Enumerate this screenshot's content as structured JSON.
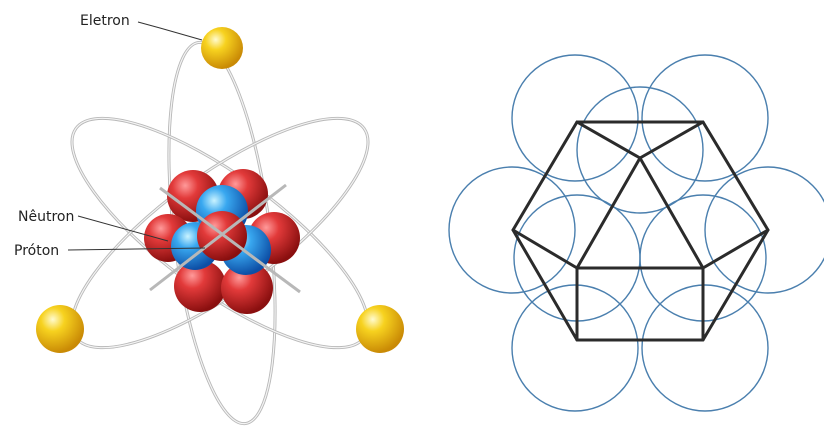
{
  "atom_diagram": {
    "labels": {
      "electron": "Eletron",
      "neutron": "Nêutron",
      "proton": "Próton"
    },
    "colors": {
      "proton": "#d42a2a",
      "neutron": "#2f93e6",
      "electron": "#f2c318",
      "orbit": "#b8b8b8"
    }
  },
  "packing_diagram": {
    "colors": {
      "sphere_outline": "#4a7fae",
      "polyhedron_edges": "#2b2b2b"
    }
  }
}
